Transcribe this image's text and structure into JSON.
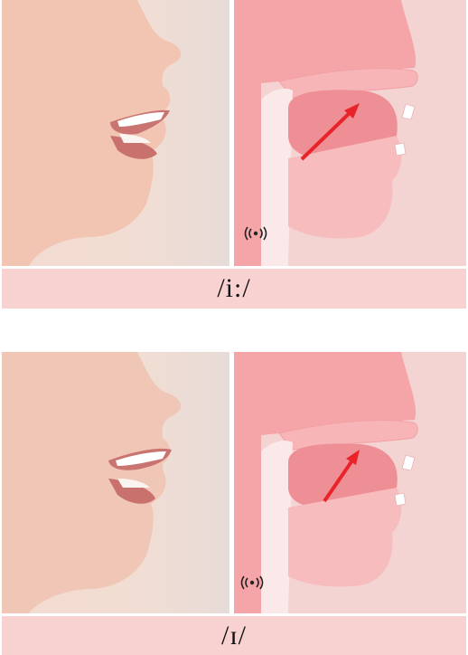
{
  "panels": [
    {
      "symbol": "/i:/",
      "arrow_direction": "up-right",
      "sound_icon": "sound-wave-icon"
    },
    {
      "symbol": "/ɪ/",
      "arrow_direction": "up-right",
      "sound_icon": "sound-wave-icon"
    }
  ],
  "colors": {
    "caption_bar": "#f8d2d1",
    "diagram_bg": "#f4d3d3",
    "tongue": "#ee8f95",
    "arrow": "#e8242a"
  }
}
